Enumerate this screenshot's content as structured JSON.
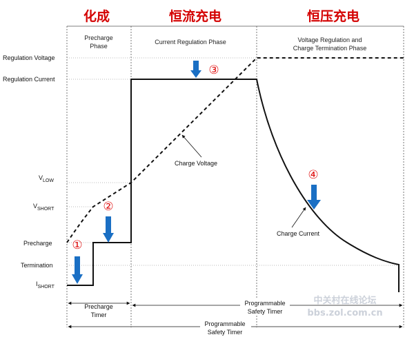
{
  "headings": {
    "precharge_cn": "化成",
    "constant_current_cn": "恒流充电",
    "constant_voltage_cn": "恒压充电"
  },
  "phases": {
    "precharge": [
      "Precharge",
      "Phase"
    ],
    "current_regulation": "Current Regulation Phase",
    "voltage_regulation": [
      "Voltage Regulation and",
      "Charge Termination Phase"
    ]
  },
  "y_labels": {
    "regulation_voltage": "Regulation Voltage",
    "regulation_current": "Regulation Current",
    "vlow_main": "V",
    "vlow_sub": "LOW",
    "vshort_main": "V",
    "vshort_sub": "SHORT",
    "precharge": "Precharge",
    "termination": "Termination",
    "ishort_main": "I",
    "ishort_sub": "SHORT"
  },
  "curve_labels": {
    "charge_voltage": "Charge Voltage",
    "charge_current": "Charge Current"
  },
  "markers": {
    "m1": "①",
    "m2": "②",
    "m3": "③",
    "m4": "④"
  },
  "timers": {
    "precharge": [
      "Precharge",
      "Timer"
    ],
    "safety_upper": [
      "Programmable",
      "Safety Timer"
    ],
    "safety_lower": [
      "Programmable",
      "Safety Timer"
    ]
  },
  "watermark": {
    "line1": "中关村在线论坛",
    "line2": "bbs.zol.com.cn"
  },
  "colors": {
    "heading": "#d40000",
    "marker": "#e01010",
    "arrow": "#1a6fc4"
  }
}
